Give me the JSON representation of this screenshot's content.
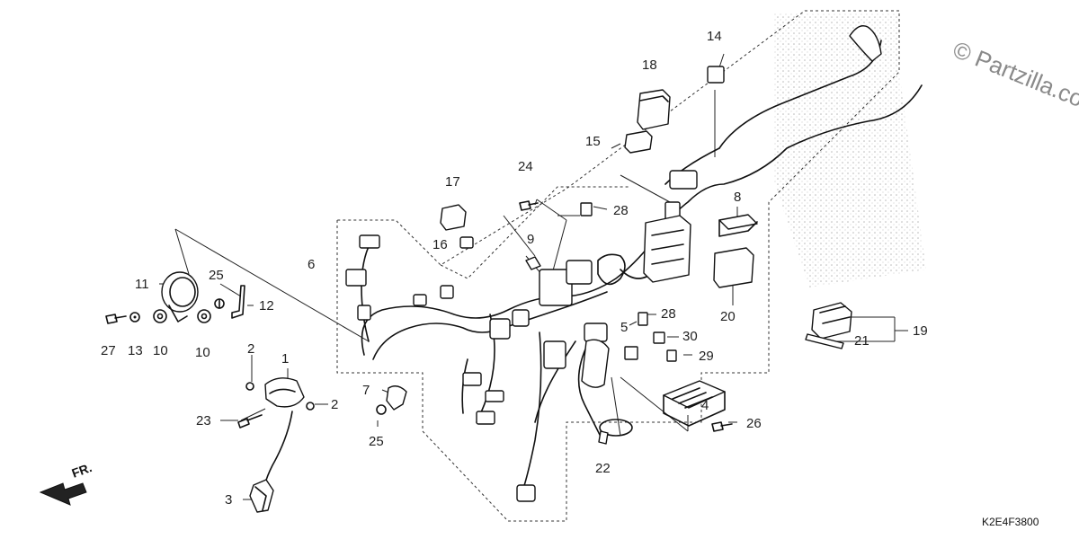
{
  "watermark": "© Partzilla.com",
  "diagram_code": "K2E4F3800",
  "direction_label": "FR.",
  "callouts": [
    {
      "id": "c1",
      "text": "1"
    },
    {
      "id": "c2a",
      "text": "2"
    },
    {
      "id": "c2b",
      "text": "2"
    },
    {
      "id": "c3",
      "text": "3"
    },
    {
      "id": "c4",
      "text": "4"
    },
    {
      "id": "c5",
      "text": "5"
    },
    {
      "id": "c6",
      "text": "6"
    },
    {
      "id": "c7",
      "text": "7"
    },
    {
      "id": "c8",
      "text": "8"
    },
    {
      "id": "c9",
      "text": "9"
    },
    {
      "id": "c10a",
      "text": "10"
    },
    {
      "id": "c10b",
      "text": "10"
    },
    {
      "id": "c11",
      "text": "11"
    },
    {
      "id": "c12",
      "text": "12"
    },
    {
      "id": "c13",
      "text": "13"
    },
    {
      "id": "c14",
      "text": "14"
    },
    {
      "id": "c15",
      "text": "15"
    },
    {
      "id": "c16",
      "text": "16"
    },
    {
      "id": "c17",
      "text": "17"
    },
    {
      "id": "c18",
      "text": "18"
    },
    {
      "id": "c19",
      "text": "19"
    },
    {
      "id": "c20",
      "text": "20"
    },
    {
      "id": "c21",
      "text": "21"
    },
    {
      "id": "c22",
      "text": "22"
    },
    {
      "id": "c23",
      "text": "23"
    },
    {
      "id": "c24",
      "text": "24"
    },
    {
      "id": "c25a",
      "text": "25"
    },
    {
      "id": "c25b",
      "text": "25"
    },
    {
      "id": "c26",
      "text": "26"
    },
    {
      "id": "c27",
      "text": "27"
    },
    {
      "id": "c28a",
      "text": "28"
    },
    {
      "id": "c28b",
      "text": "28"
    },
    {
      "id": "c29",
      "text": "29"
    },
    {
      "id": "c30",
      "text": "30"
    }
  ]
}
